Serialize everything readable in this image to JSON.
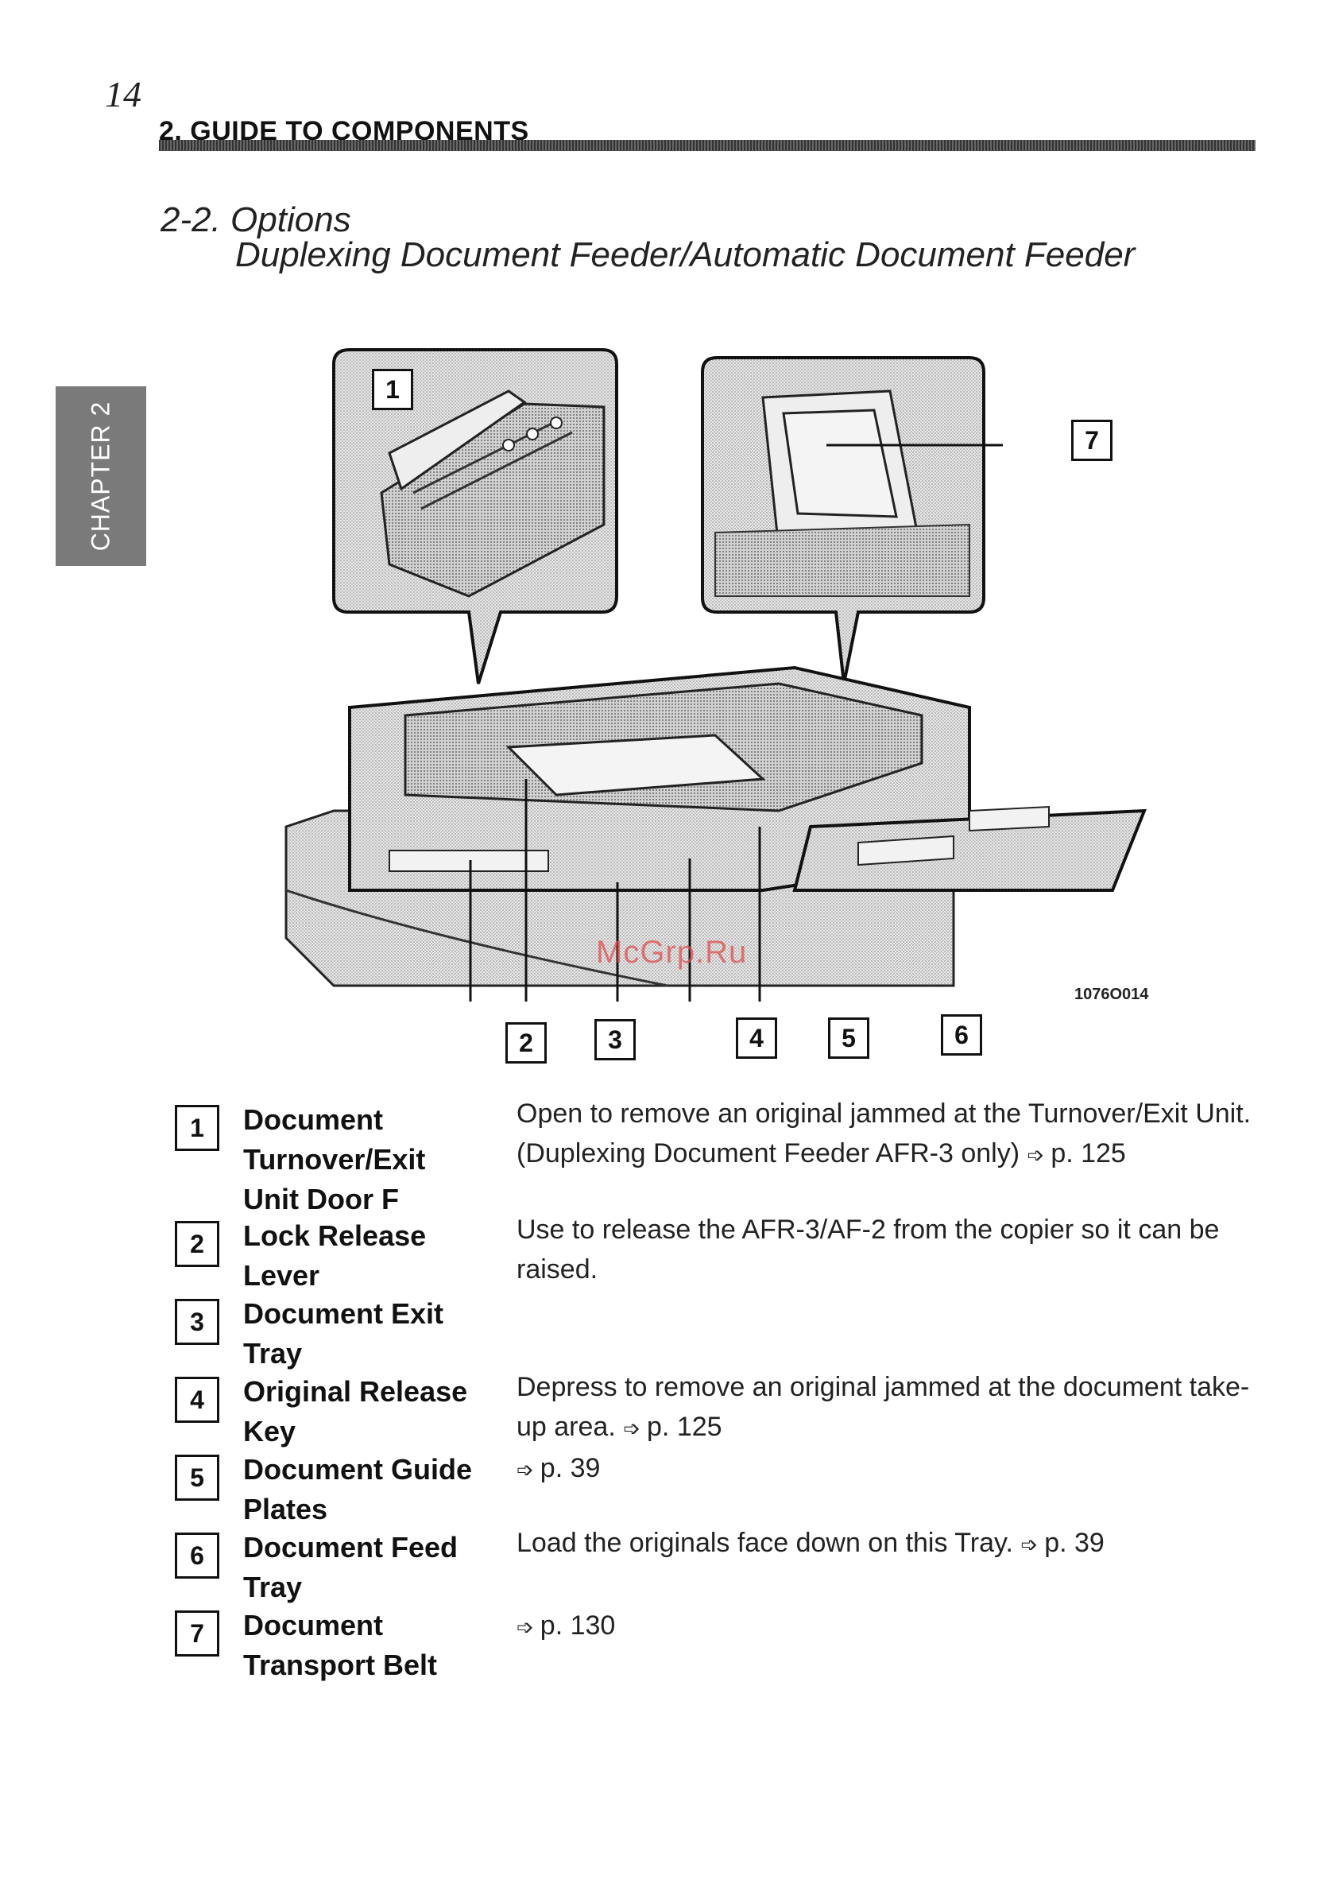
{
  "header": {
    "page_number": "14",
    "chapter_heading": "2. GUIDE TO COMPONENTS"
  },
  "section": {
    "title_line1": "2-2. Options",
    "title_line2": "Duplexing Document Feeder/Automatic Document Feeder"
  },
  "side_tab": "CHAPTER 2",
  "figure": {
    "code": "1076O014",
    "watermark": "McGrp.Ru",
    "callouts": [
      "1",
      "2",
      "3",
      "4",
      "5",
      "6",
      "7"
    ]
  },
  "legend": [
    {
      "num": "1",
      "name": "Document Turnover/Exit Unit Door F",
      "desc": "Open to remove an original jammed at the Turnover/Exit Unit. (Duplexing Document Feeder AFR-3 only)",
      "ref": "p. 125"
    },
    {
      "num": "2",
      "name": "Lock Release Lever",
      "desc": "Use to release the AFR-3/AF-2 from the copier so it can be raised.",
      "ref": ""
    },
    {
      "num": "3",
      "name": "Document Exit Tray",
      "desc": "",
      "ref": ""
    },
    {
      "num": "4",
      "name": "Original Release Key",
      "desc": "Depress to remove an original jammed at the document take-up area.",
      "ref": "p. 125"
    },
    {
      "num": "5",
      "name": "Document Guide Plates",
      "desc": "",
      "ref": "p. 39"
    },
    {
      "num": "6",
      "name": "Document Feed Tray",
      "desc": "Load the originals face down on this Tray.",
      "ref": "p. 39"
    },
    {
      "num": "7",
      "name": "Document Transport Belt",
      "desc": "",
      "ref": "p. 130"
    }
  ],
  "colors": {
    "tab_gray": "#7a7a7a",
    "watermark": "#e05050",
    "screen_fill": "#dcdcdc"
  }
}
